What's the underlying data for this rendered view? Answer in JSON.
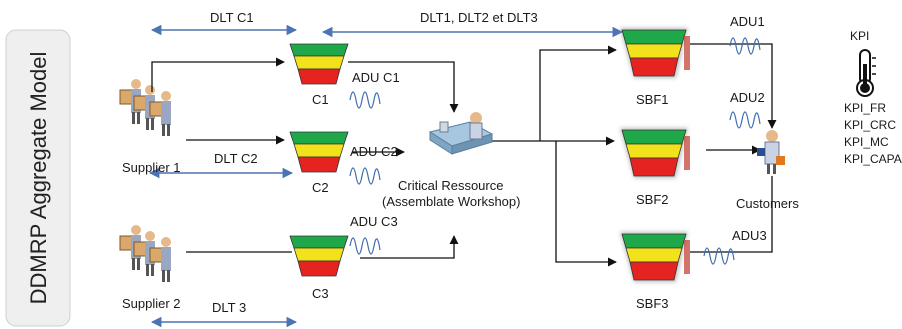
{
  "title": "DDMRP Aggregate Model",
  "lead_times": {
    "dlt_c1": "DLT C1",
    "dlt_all": "DLT1, DLT2 et DLT3",
    "dlt_c2": "DLT C2",
    "dlt_3": "DLT 3"
  },
  "suppliers": [
    "Supplier 1",
    "Supplier 2"
  ],
  "components": [
    "C1",
    "C2",
    "C3"
  ],
  "adu_components": [
    "ADU C1",
    "ADU C2",
    "ADU C3"
  ],
  "critical_resource": [
    "Critical Ressource",
    "(Assemblate Workshop)"
  ],
  "finished_goods": [
    "SBF1",
    "SBF2",
    "SBF3"
  ],
  "adu_finished": [
    "ADU1",
    "ADU2",
    "ADU3"
  ],
  "customers": "Customers",
  "kpi": {
    "title": "KPI",
    "items": [
      "KPI_FR",
      "KPI_CRC",
      "KPI_MC",
      "KPI_CAPA"
    ]
  },
  "colors": {
    "zone_green": "#1fa84a",
    "zone_yellow": "#f2e21b",
    "zone_red": "#e52421",
    "arrow_blue": "#4a74b4",
    "line": "#111111",
    "adu_wave": "#3d6fb0"
  }
}
